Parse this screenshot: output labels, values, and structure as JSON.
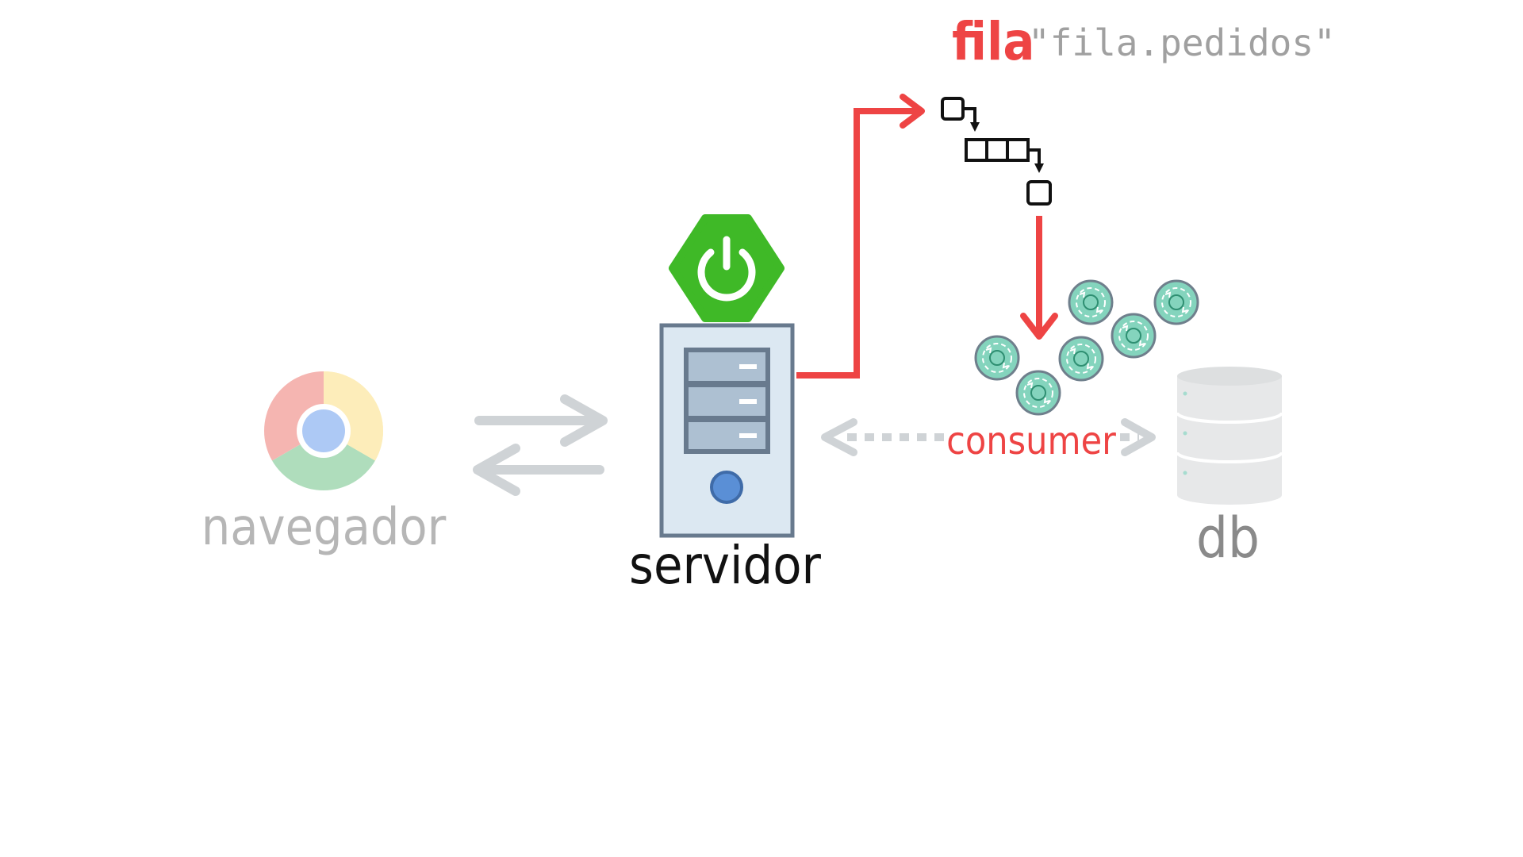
{
  "labels": {
    "navegador": "navegador",
    "servidor": "servidor",
    "fila_word": "fila",
    "fila_name": "\"fila.pedidos\"",
    "consumer": "consumer",
    "db": "db"
  },
  "icons": {
    "browser": "chrome-icon",
    "framework": "spring-power-icon",
    "server": "server-tower-icon",
    "queue": "queue-icon",
    "consumer_pods": "pod-icon",
    "database": "database-icon"
  },
  "colors": {
    "accent_red": "#ee4444",
    "spring_green": "#3fb927",
    "faded_gray": "#b8b8b8",
    "arrow_gray": "#cfd3d6",
    "db_gray": "#8a8a8a",
    "text_black": "#111111",
    "fila_name_gray": "#a0a0a0",
    "pod_fill": "#84d4bd"
  }
}
